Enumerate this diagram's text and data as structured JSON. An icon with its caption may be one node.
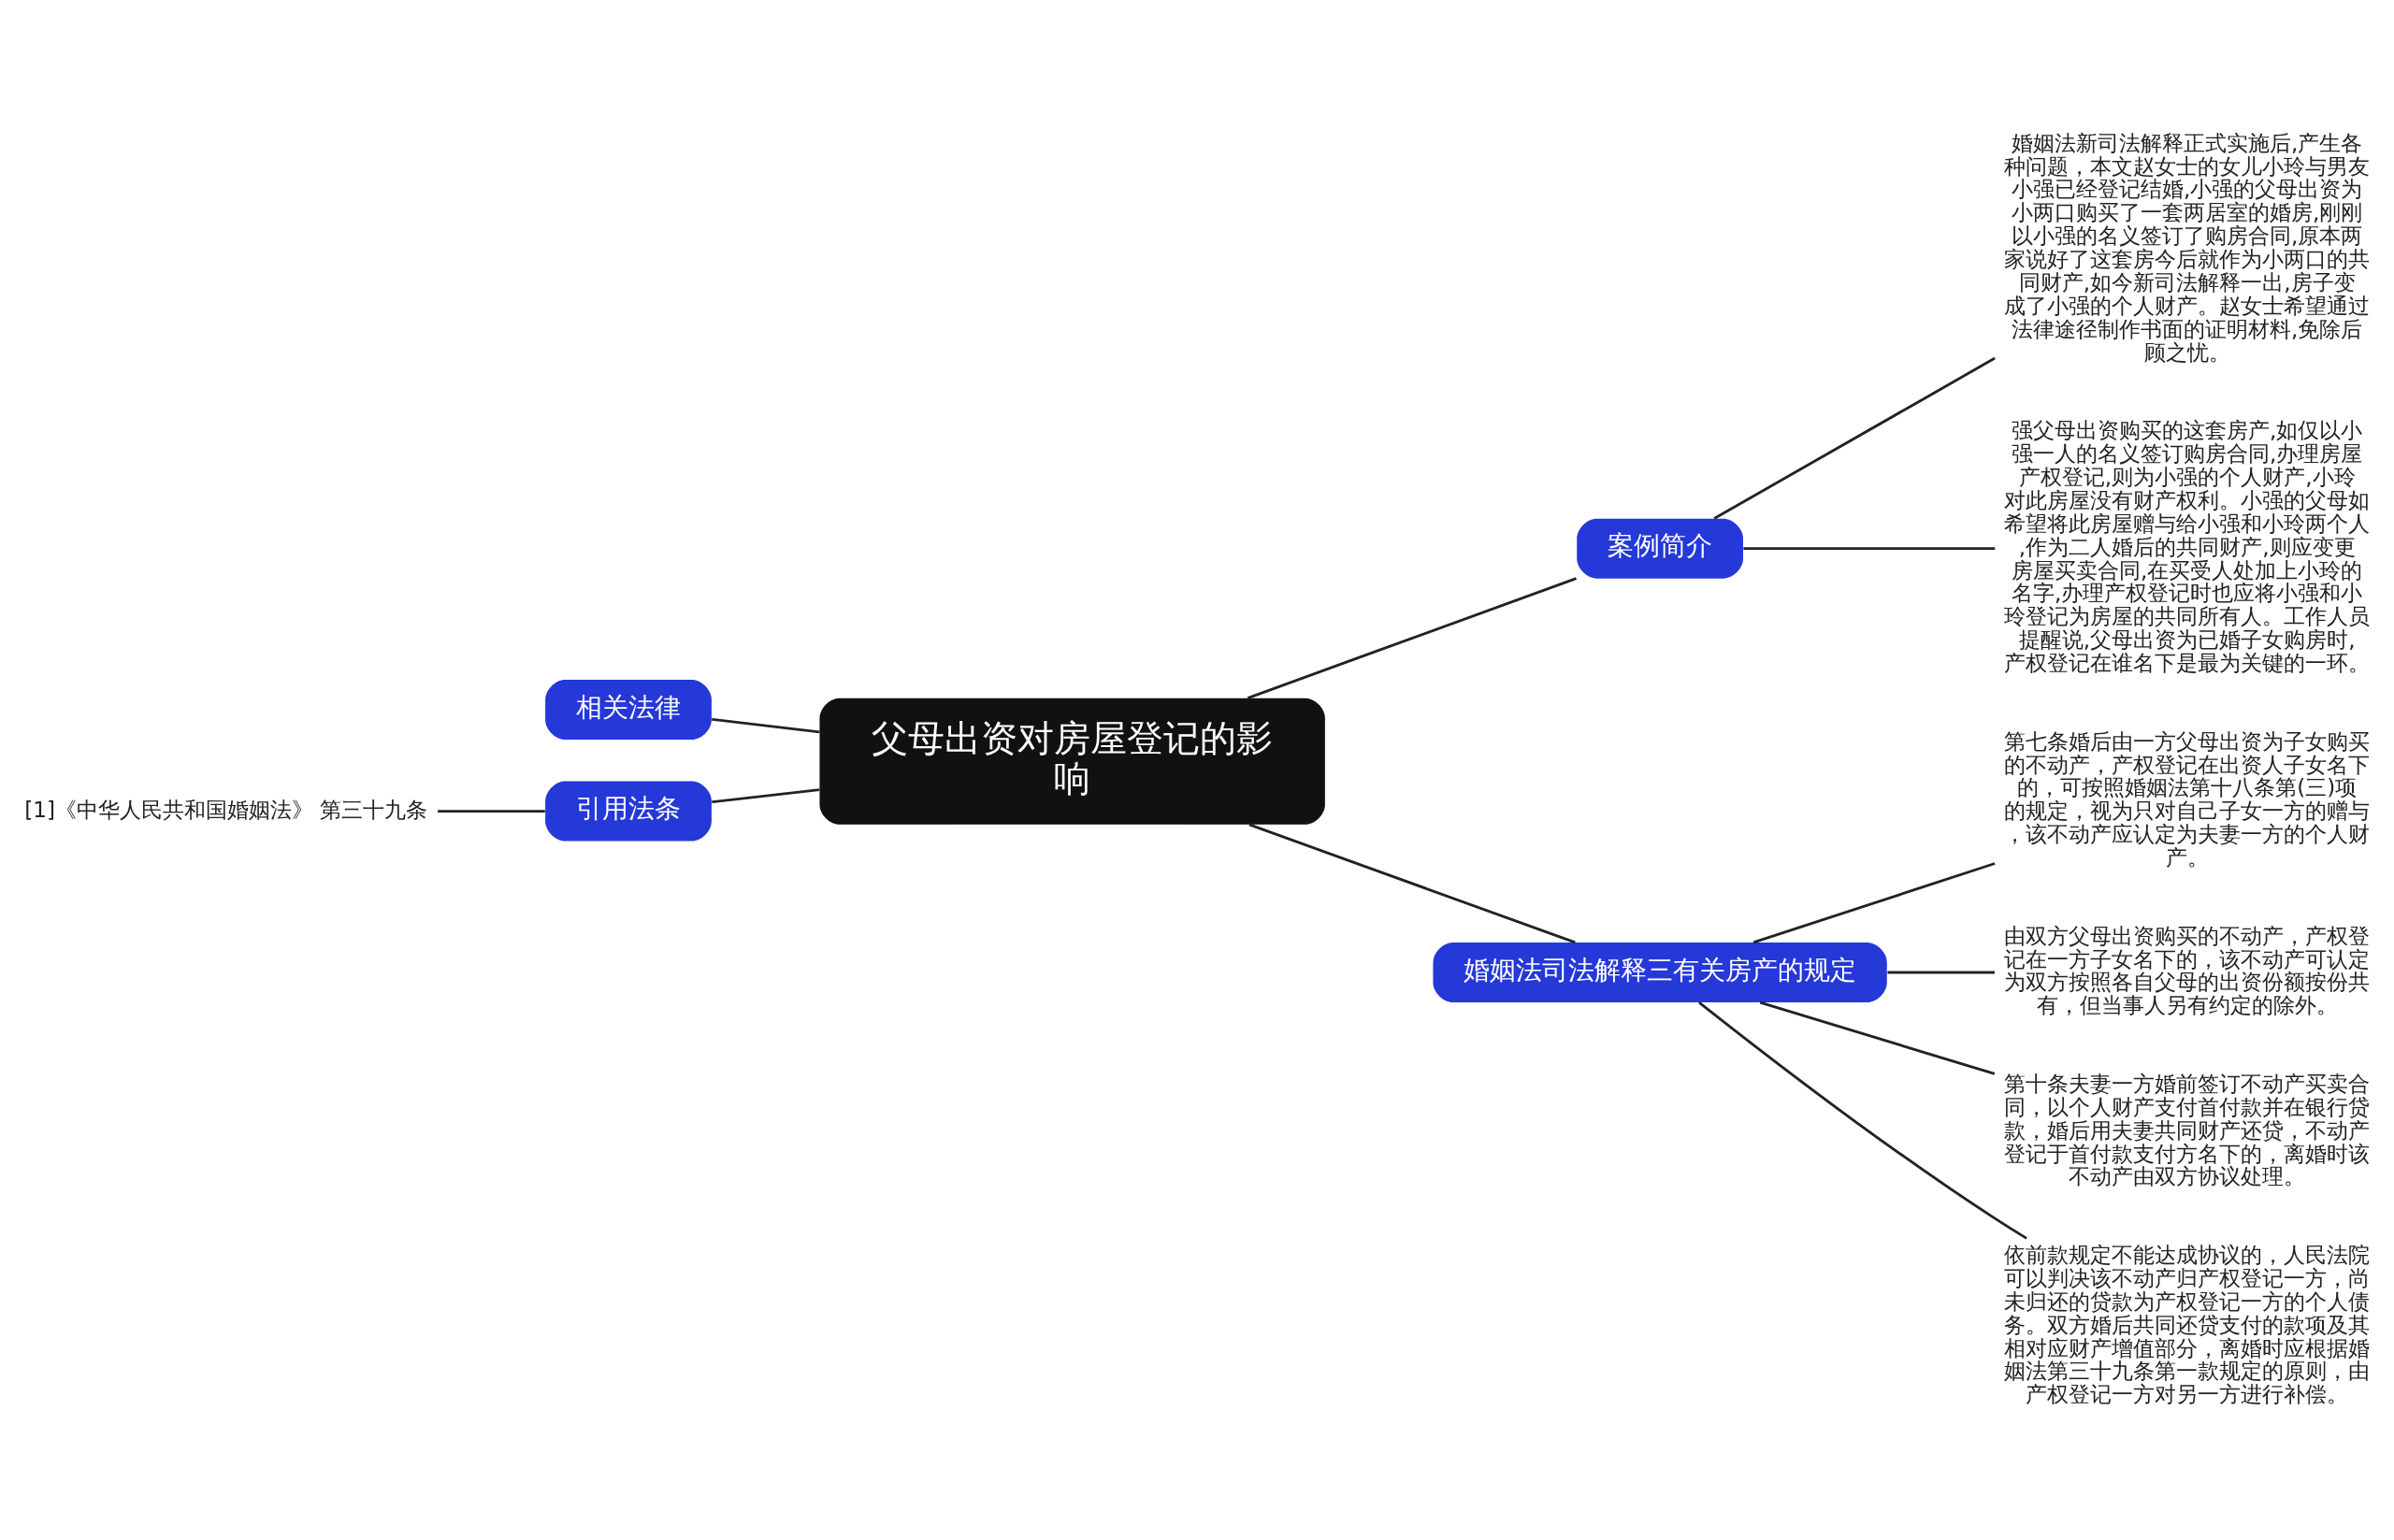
{
  "diagram": {
    "nodes": [
      {
        "text": [
          "父母出资对房屋登记的影响"
        ]
      },
      {
        "text": [
          "案例简介"
        ]
      },
      {
        "text": [
          "婚姻法新司法解释正式实施后,产生各种问题，本文赵女士的女儿小玲与男友小强已经登记结婚,小强的父母出资为小两口购买了一套两居室的婚房,刚刚以小强的名义签订了购房合同,原本两家说好了这套房今后就作为小两口的共同财产,如今新司法解释一出,房子变成了小强的个人财产。赵女士希望通过法律途径制作书面的证明材料,免除后顾之忧。"
        ]
      },
      {
        "text": [
          "强父母出资购买的这套房产,如仅以小强一人的名义签订购房合同,办理房屋产权登记,则为小强的个人财产,小玲对此房屋没有财产权利。小强的父母如希望将此房屋赠与给小强和小玲两个人,作为二人婚后的共同财产,则应变更房屋买卖合同,在买受人处加上小玲的名字,办理产权登记时也应将小强和小玲登记为房屋的共同所有人。工作人员提醒说,父母出资为已婚子女购房时,产权登记在谁名下是最为关键的一环。"
        ]
      },
      {
        "text": [
          "婚姻法司法解释三有关房产的规定"
        ]
      },
      {
        "text": [
          "第七条婚后由一方父母出资为子女购买的不动产，产权登记在出资人子女名下的，可按照婚姻法第十八条第(三)项的规定，视为只对自己子女一方的赠与，该不动产应认定为夫妻一方的个人财产。"
        ]
      },
      {
        "text": [
          "由双方父母出资购买的不动产，产权登记在一方子女名下的，该不动产可认定为双方按照各自父母的出资份额按份共有，但当事人另有约定的除外。"
        ]
      },
      {
        "text": [
          "第十条夫妻一方婚前签订不动产买卖合同，以个人财产支付首付款并在银行贷款，婚后用夫妻共同财产还贷，不动产登记于首付款支付方名下的，离婚时该不动产由双方协议处理。"
        ]
      },
      {
        "text": [
          "依前款规定不能达成协议的，人民法院可以判决该不动产归产权登记一方，尚未归还的贷款为产权登记一方的个人债务。双方婚后共同还贷支付的款项及其相对应财产增值部分，离婚时应根据婚姻法第三十九条第一款规定的原则，由产权登记一方对另一方进行补偿。"
        ]
      },
      {
        "text": [
          "相关法律"
        ]
      },
      {
        "text": [
          "引用法条"
        ]
      },
      {
        "text": [
          "[1]《中华人民共和国婚姻法》 第三十九条"
        ]
      }
    ],
    "edges": [
      {
        "from": 0,
        "to": 1,
        "arrow": "none"
      },
      {
        "from": 1,
        "to": 2,
        "arrow": "none"
      },
      {
        "from": 1,
        "to": 3,
        "arrow": "none"
      },
      {
        "from": 0,
        "to": 4,
        "arrow": "none"
      },
      {
        "from": 4,
        "to": 5,
        "arrow": "none"
      },
      {
        "from": 4,
        "to": 6,
        "arrow": "none"
      },
      {
        "from": 4,
        "to": 7,
        "arrow": "none"
      },
      {
        "from": 4,
        "to": 8,
        "arrow": "none"
      },
      {
        "from": 0,
        "to": 9,
        "arrow": "none"
      },
      {
        "from": 0,
        "to": 10,
        "arrow": "none"
      },
      {
        "from": 10,
        "to": 11,
        "arrow": "none"
      }
    ]
  }
}
